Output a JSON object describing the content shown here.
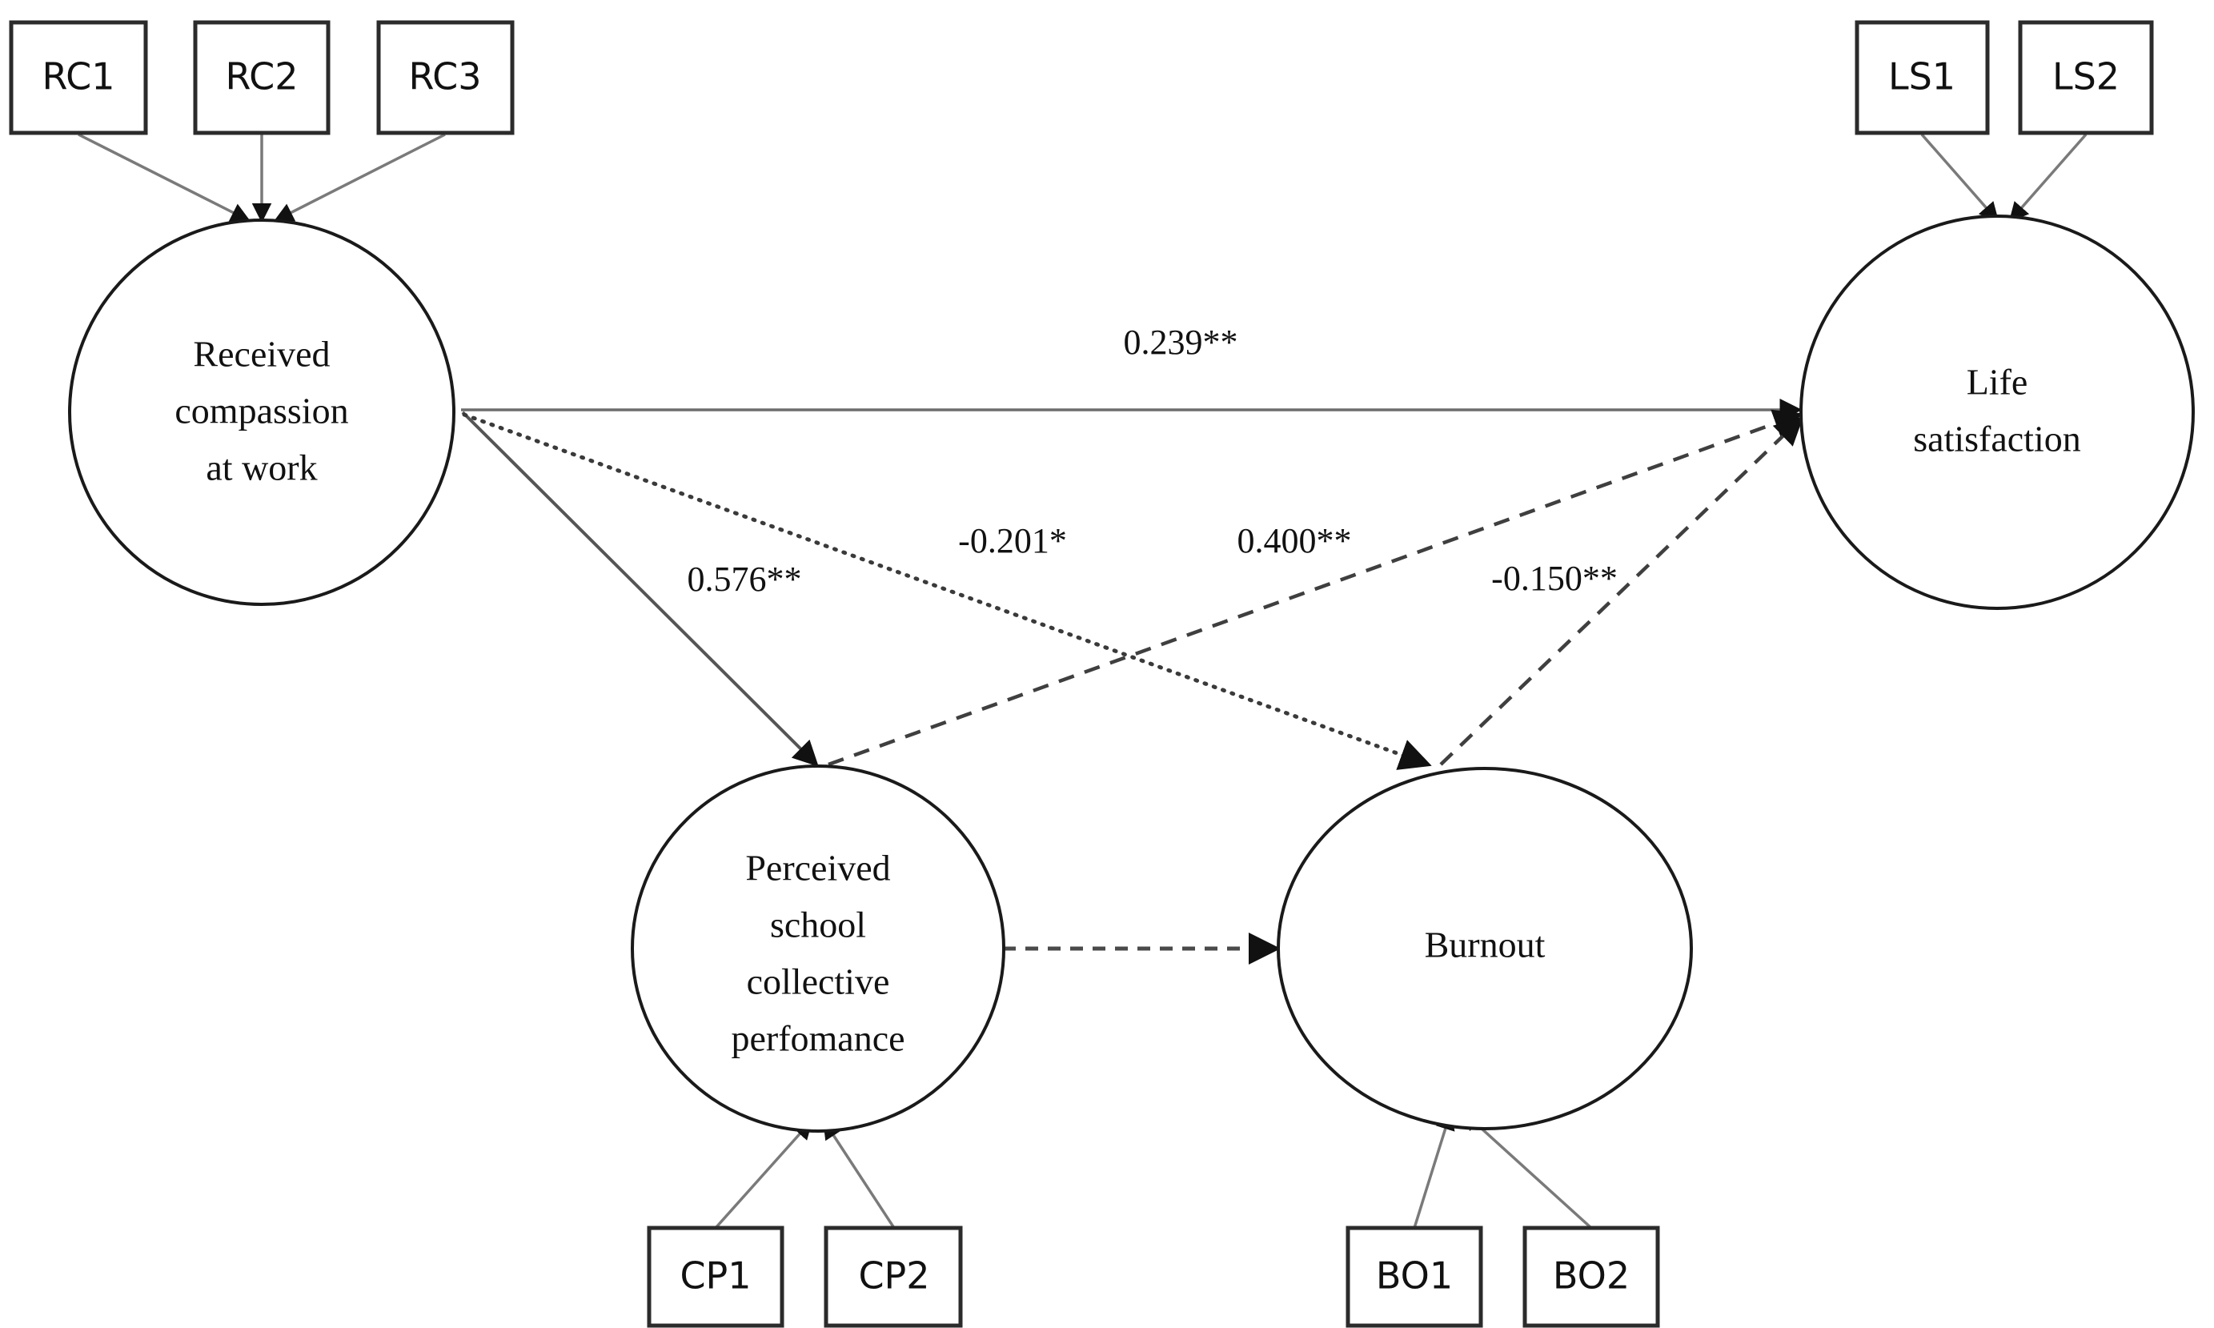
{
  "diagram": {
    "type": "structural-equation-model",
    "latent_variables": [
      {
        "id": "rcw",
        "label_lines": [
          "Received",
          "compassion",
          "at work"
        ],
        "shape": "circle"
      },
      {
        "id": "ls",
        "label_lines": [
          "Life",
          "satisfaction"
        ],
        "shape": "circle"
      },
      {
        "id": "pscp",
        "label_lines": [
          "Perceived",
          "school",
          "collective",
          "perfomance"
        ],
        "shape": "circle"
      },
      {
        "id": "bo",
        "label_lines": [
          "Burnout"
        ],
        "shape": "ellipse"
      }
    ],
    "indicators": [
      {
        "id": "rc1",
        "label": "RC1",
        "loads_on": "rcw"
      },
      {
        "id": "rc2",
        "label": "RC2",
        "loads_on": "rcw"
      },
      {
        "id": "rc3",
        "label": "RC3",
        "loads_on": "rcw"
      },
      {
        "id": "ls1",
        "label": "LS1",
        "loads_on": "ls"
      },
      {
        "id": "ls2",
        "label": "LS2",
        "loads_on": "ls"
      },
      {
        "id": "cp1",
        "label": "CP1",
        "loads_on": "pscp"
      },
      {
        "id": "cp2",
        "label": "CP2",
        "loads_on": "pscp"
      },
      {
        "id": "bo1",
        "label": "BO1",
        "loads_on": "bo"
      },
      {
        "id": "bo2",
        "label": "BO2",
        "loads_on": "bo"
      }
    ],
    "paths": [
      {
        "id": "p1",
        "from": "rcw",
        "to": "ls",
        "coefficient": "0.239**",
        "style": "solid"
      },
      {
        "id": "p2",
        "from": "rcw",
        "to": "pscp",
        "coefficient": "0.576**",
        "style": "solid"
      },
      {
        "id": "p3",
        "from": "rcw",
        "to": "bo",
        "coefficient": "-0.201*",
        "style": "dotted"
      },
      {
        "id": "p4",
        "from": "pscp",
        "to": "ls",
        "coefficient": "0.400**",
        "style": "dashed"
      },
      {
        "id": "p5",
        "from": "bo",
        "to": "ls",
        "coefficient": "-0.150**",
        "style": "dashed"
      },
      {
        "id": "p6",
        "from": "pscp",
        "to": "bo",
        "coefficient": "",
        "style": "dashed"
      }
    ],
    "colors": {
      "background": "#ffffff",
      "stroke": "#1a1a1a",
      "edge": "#4a4a4a",
      "text": "#111111"
    }
  }
}
